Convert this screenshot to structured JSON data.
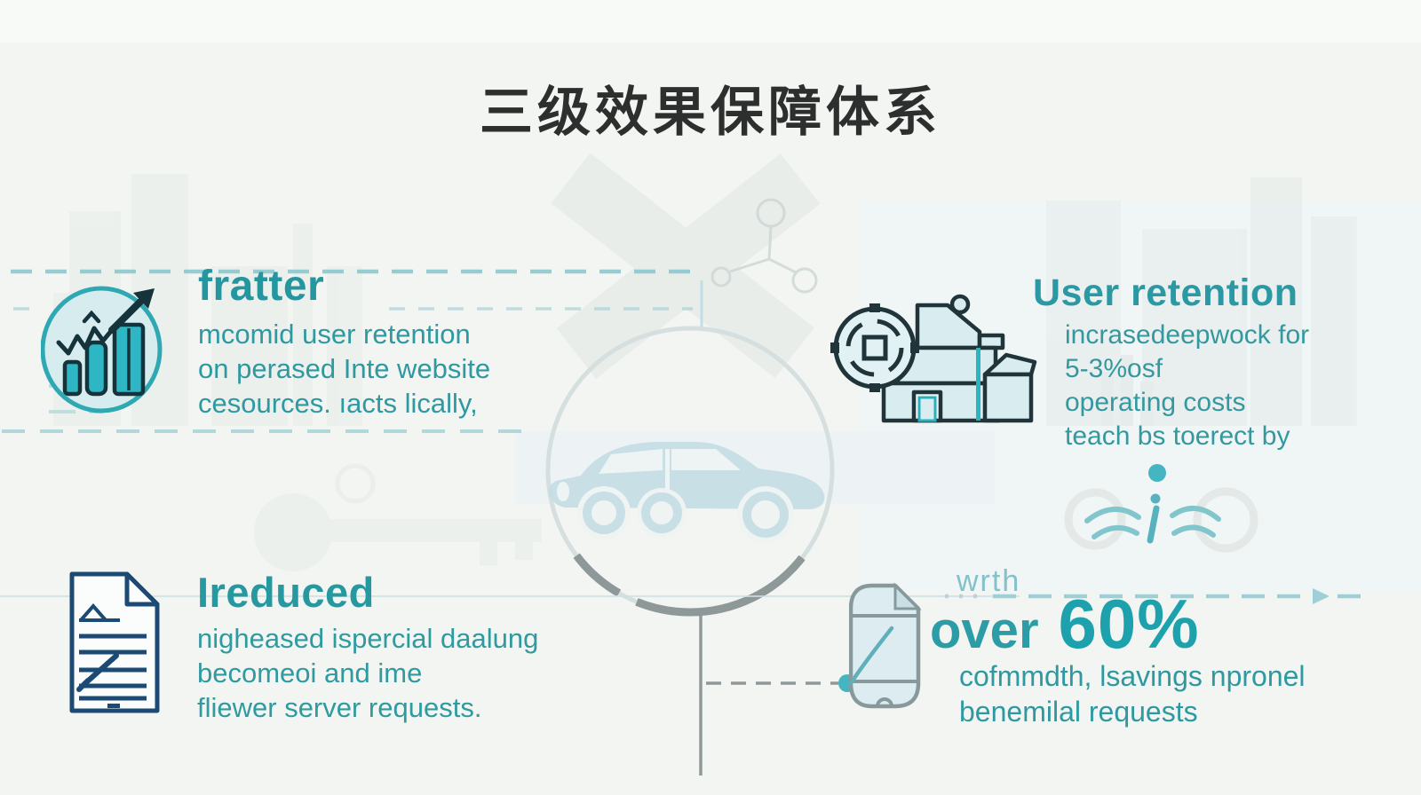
{
  "title": "三级效果保障体系",
  "colors": {
    "background": "#f2f5f1",
    "teal_text": "#2e99a0",
    "teal_title": "#2496a0",
    "teal_bright": "#1da2ad",
    "teal_light": "#83c2ca",
    "dashed_line_teal": "#7fc3cb",
    "navy_icon_outline": "#1c4a74",
    "dark_icon_outline": "#203539",
    "icon_fill_blue": "#d9ecf0",
    "car_blue": "#c3dee4",
    "gray_arc": "#8e9899"
  },
  "sections": {
    "top_left": {
      "icon": "growth-chart-icon",
      "title": "fratter",
      "lines": [
        "mcomid user retention",
        "on perased Inte website",
        "cesources. ıacts lically,"
      ]
    },
    "top_right": {
      "icon": "factory-icon",
      "title": "User retention",
      "lines": [
        "incrasedeepwock for",
        "5-3%osf",
        "operating costs",
        "teach bs toerect by"
      ]
    },
    "bottom_left": {
      "icon": "document-icon",
      "title": "Ireduced",
      "lines": [
        "nigheased ispercial daalung",
        "becomeoi and ime",
        "fliewer server requests."
      ]
    },
    "bottom_right": {
      "icon": "phone-icon",
      "pre_label": "wrth",
      "big_prefix": "over",
      "big_value": "60%",
      "lines": [
        "cofmmdth, lsavings npronel",
        "benemilal requests"
      ]
    }
  },
  "center": {
    "icon": "car-icon"
  }
}
